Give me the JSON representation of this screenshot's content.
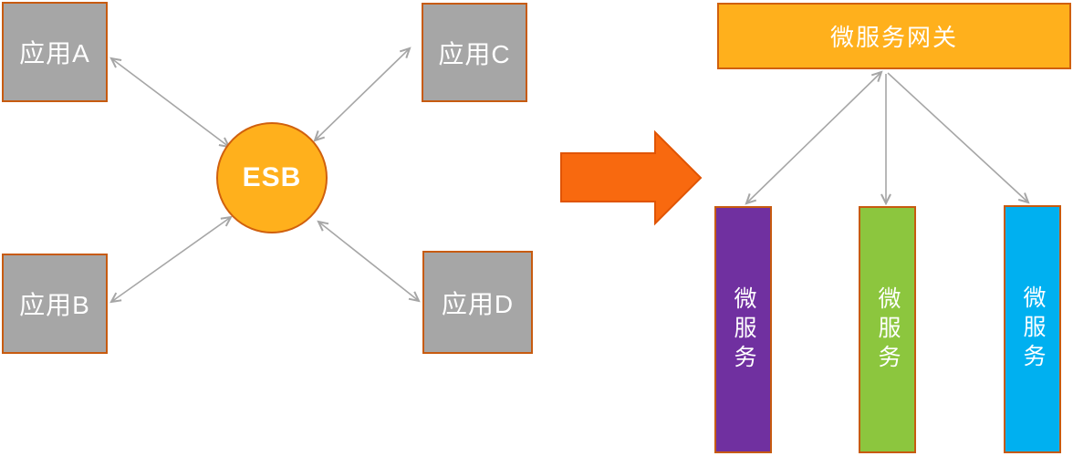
{
  "colors": {
    "box_gray": "#A6A6A6",
    "border_orange": "#C75B10",
    "amber": "#FFB01C",
    "amber_border": "#D0600D",
    "big_arrow_fill": "#F8690F",
    "big_arrow_stroke": "#E05404",
    "connector_gray": "#A6A6A6",
    "purple": "#7030A0",
    "green": "#8CC63E",
    "blue": "#00B0F0",
    "label_white": "#FFFFFF"
  },
  "left_diagram": {
    "app_a": "应用A",
    "app_b": "应用B",
    "app_c": "应用C",
    "app_d": "应用D",
    "hub": "ESB"
  },
  "right_diagram": {
    "gateway": "微服务网关",
    "services": [
      {
        "label": "微服务"
      },
      {
        "label": "微服务"
      },
      {
        "label": "微服务"
      }
    ]
  }
}
